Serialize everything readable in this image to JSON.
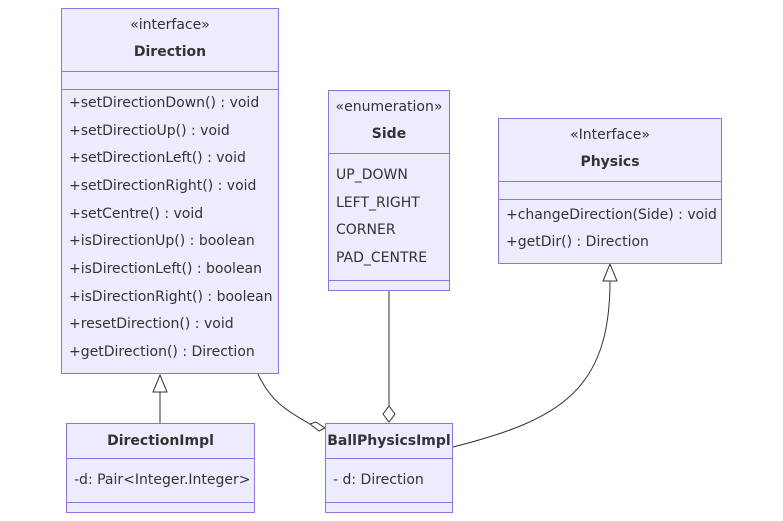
{
  "classes": {
    "direction": {
      "stereotype": "«interface»",
      "name": "Direction",
      "methods": [
        "+setDirectionDown() : void",
        "+setDirectioUp() : void",
        "+setDirectionLeft() : void",
        "+setDirectionRight() : void",
        "+setCentre() : void",
        "+isDirectionUp() : boolean",
        "+isDirectionLeft() : boolean",
        "+isDirectionRight() : boolean",
        "+resetDirection() : void",
        "+getDirection() : Direction"
      ]
    },
    "side": {
      "stereotype": "«enumeration»",
      "name": "Side",
      "values": [
        "UP_DOWN",
        "LEFT_RIGHT",
        "CORNER",
        "PAD_CENTRE"
      ]
    },
    "physics": {
      "stereotype": "«Interface»",
      "name": "Physics",
      "methods": [
        "+changeDirection(Side) : void",
        "+getDir() : Direction"
      ]
    },
    "direction_impl": {
      "name": "DirectionImpl",
      "fields": [
        "-d: Pair<Integer.Integer>"
      ]
    },
    "ball_physics_impl": {
      "name": "BallPhysicsImpl",
      "fields": [
        "- d: Direction"
      ]
    }
  },
  "colors": {
    "fill": "#ECECFF",
    "border": "#9370DB",
    "text": "#333333",
    "edge": "#333333"
  }
}
